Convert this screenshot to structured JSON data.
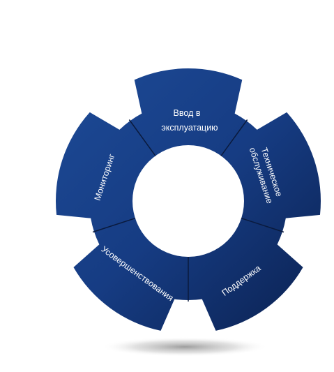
{
  "segments": [
    {
      "id": "commissioning",
      "lines": [
        "Ввод в",
        "эксплуатацию"
      ]
    },
    {
      "id": "maintenance",
      "lines": [
        "Техническое",
        "обслуживание"
      ]
    },
    {
      "id": "support",
      "lines": [
        "Поддержка"
      ]
    },
    {
      "id": "improvement",
      "lines": [
        "Усовершенствования"
      ]
    },
    {
      "id": "monitoring",
      "lines": [
        "Мониторинг"
      ]
    }
  ],
  "colors": {
    "gear_dark": "#0c2556",
    "gear_mid": "#163c83",
    "gear_light": "#2a5aa6",
    "divider": "#0a1a3d",
    "shadow": "#9a9a9a"
  }
}
